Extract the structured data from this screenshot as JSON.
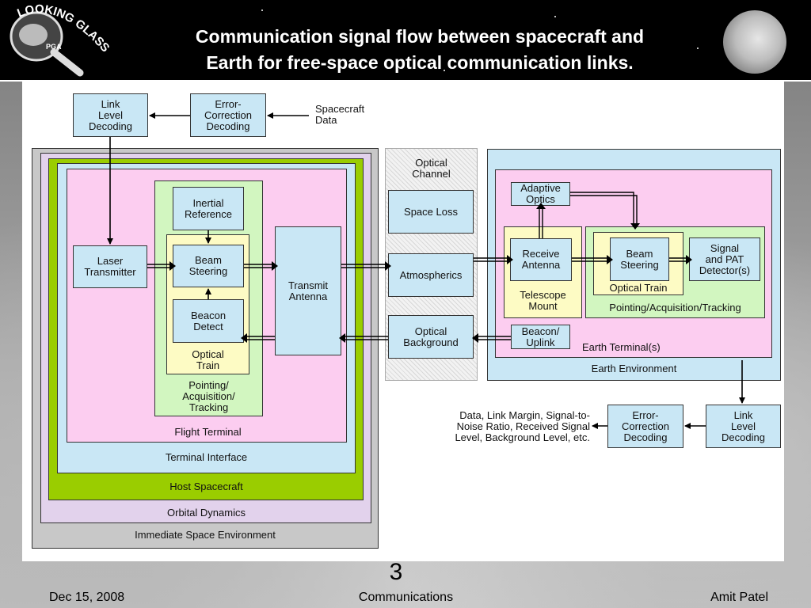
{
  "header": {
    "logo_text": "LOOKING GLASS",
    "logo_subtext": "PGA",
    "title_line1": "Communication signal flow between spacecraft and",
    "title_line2": "Earth for free-space optical communication links."
  },
  "diagram": {
    "top": {
      "link_level_decoding": [
        "Link",
        "Level",
        "Decoding"
      ],
      "error_correction_decoding": [
        "Error-",
        "Correction",
        "Decoding"
      ],
      "spacecraft_data": [
        "Spacecraft",
        "Data"
      ]
    },
    "spacecraft_side": {
      "laser_transmitter": [
        "Laser",
        "Transmitter"
      ],
      "inertial_reference": [
        "Inertial",
        "Reference"
      ],
      "beam_steering": [
        "Beam",
        "Steering"
      ],
      "beacon_detect": [
        "Beacon",
        "Detect"
      ],
      "optical_train": [
        "Optical",
        "Train"
      ],
      "pat": [
        "Pointing/",
        "Acquisition/",
        "Tracking"
      ],
      "transmit_antenna": [
        "Transmit",
        "Antenna"
      ],
      "flight_terminal": "Flight Terminal",
      "terminal_interface": "Terminal Interface",
      "host_spacecraft": "Host Spacecraft",
      "orbital_dynamics": "Orbital Dynamics",
      "immediate_space_environment": "Immediate Space Environment"
    },
    "channel": {
      "optical_channel": [
        "Optical",
        "Channel"
      ],
      "space_loss": "Space Loss",
      "atmospherics": "Atmospherics",
      "optical_background": [
        "Optical",
        "Background"
      ]
    },
    "earth_side": {
      "adaptive_optics": [
        "Adaptive",
        "Optics"
      ],
      "receive_antenna": [
        "Receive",
        "Antenna"
      ],
      "telescope_mount": [
        "Telescope",
        "Mount"
      ],
      "beam_steering": [
        "Beam",
        "Steering"
      ],
      "optical_train": "Optical Train",
      "signal_pat_detector": [
        "Signal",
        "and PAT",
        "Detector(s)"
      ],
      "pat": "Pointing/Acquisition/Tracking",
      "beacon_uplink": [
        "Beacon/",
        "Uplink"
      ],
      "earth_terminals": "Earth Terminal(s)",
      "earth_environment": "Earth Environment"
    },
    "bottom": {
      "link_level_decoding": [
        "Link",
        "Level",
        "Decoding"
      ],
      "error_correction_decoding": [
        "Error-",
        "Correction",
        "Decoding"
      ],
      "outputs": [
        "Data, Link Margin, Signal-to-",
        "Noise Ratio, Received Signal",
        "Level, Background Level, etc."
      ]
    }
  },
  "footer": {
    "page_number": "3",
    "date": "Dec 15, 2008",
    "topic": "Communications",
    "author": "Amit Patel"
  },
  "colors": {
    "header_bg": "#000000",
    "box_blue": "#c9e7f5",
    "pink": "#fccdf0",
    "green": "#d2f6c0",
    "yellow": "#fdfbc4",
    "lime": "#9acd00"
  }
}
